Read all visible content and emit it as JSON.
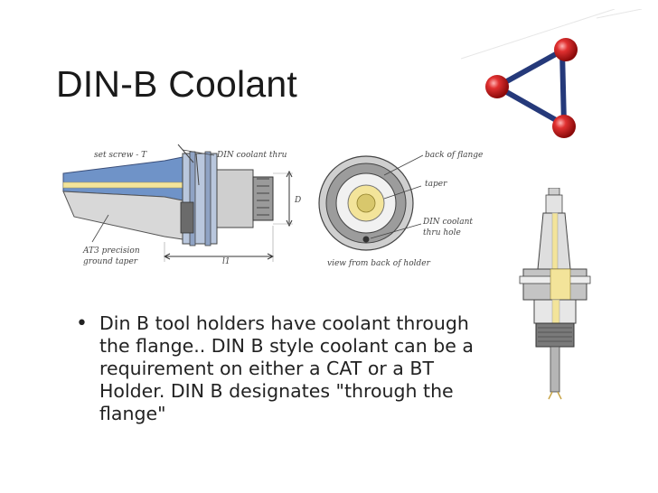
{
  "slide": {
    "title": "DIN-B Coolant",
    "bullets": [
      "Din B tool holders have coolant through the flange.. DIN B style coolant can be a requirement on either a CAT or a BT Holder. DIN B designates \"through the flange\""
    ]
  },
  "figure_left": {
    "label_set_screw": "set screw - T",
    "label_coolant_thru": "DIN coolant thru",
    "label_taper_1": "AT3 precision",
    "label_taper_2": "ground taper",
    "label_d": "D",
    "label_l": "l1"
  },
  "figure_mid": {
    "label_back_of_flange": "back of flange",
    "label_taper": "taper",
    "label_din_coolant_1": "DIN coolant",
    "label_din_coolant_2": "thru hole",
    "label_view": "view from back of holder"
  },
  "colors": {
    "holder_blue": "#6f93c8",
    "coolant_yellow": "#f3e49a",
    "ball_red": "#d42020",
    "logo_line": "#25397a"
  }
}
